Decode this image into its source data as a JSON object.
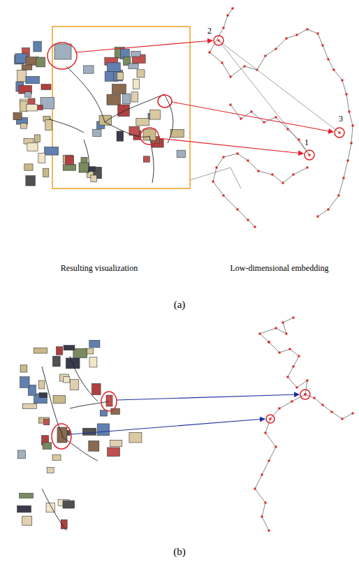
{
  "diagram": {
    "labels": [
      "2",
      "3",
      "1",
      "Resulting visualization",
      "Low-dimensional embedding",
      "(a)",
      "(b)"
    ]
  }
}
